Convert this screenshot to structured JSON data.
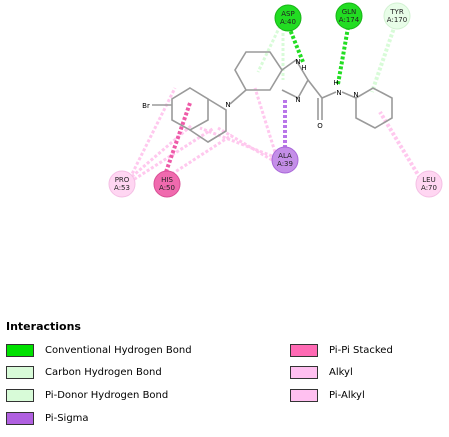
{
  "residues": [
    {
      "id": "asp40",
      "name": "ASP",
      "num": "A:40",
      "type": "conventional"
    },
    {
      "id": "gln174",
      "name": "GLN",
      "num": "A:174",
      "type": "conventional"
    },
    {
      "id": "tyr170",
      "name": "TYR",
      "num": "A:170",
      "type": "carbon"
    },
    {
      "id": "ala39",
      "name": "ALA",
      "num": "A:39",
      "type": "pisigma"
    },
    {
      "id": "pro53",
      "name": "PRO",
      "num": "A:53",
      "type": "alkyl"
    },
    {
      "id": "his50",
      "name": "HIS",
      "num": "A:50",
      "type": "pipi"
    },
    {
      "id": "leu70",
      "name": "LEU",
      "num": "A:70",
      "type": "alkyl"
    }
  ],
  "atoms": {
    "br": "Br",
    "n_quin": "N",
    "n_imid1": "N",
    "h_imid": "H",
    "n_imid2": "N",
    "o_amide": "O",
    "n_amide": "N",
    "h_amide": "H",
    "n_pip": "N"
  },
  "legend": {
    "title": "Interactions",
    "items": [
      {
        "label": "Conventional Hydrogen Bond",
        "color": "#00e100"
      },
      {
        "label": "Pi-Pi Stacked",
        "color": "#ff6ab4"
      },
      {
        "label": "Carbon Hydrogen Bond",
        "color": "#d8fbd8"
      },
      {
        "label": "Alkyl",
        "color": "#ffc0f0"
      },
      {
        "label": "Pi-Donor Hydrogen Bond",
        "color": "#d8fbd8"
      },
      {
        "label": "Pi-Alkyl",
        "color": "#ffc0f0"
      },
      {
        "label": "Pi-Sigma",
        "color": "#b060e0"
      }
    ]
  },
  "colors": {
    "conventional": "#22dd22",
    "carbon": "#d8fbd8",
    "pidonor": "#d8fbd8",
    "pisigma": "#b976e8",
    "pipi": "#ee5aa8",
    "alkyl": "#ffc8ee",
    "bond": "#9a9a9a"
  }
}
